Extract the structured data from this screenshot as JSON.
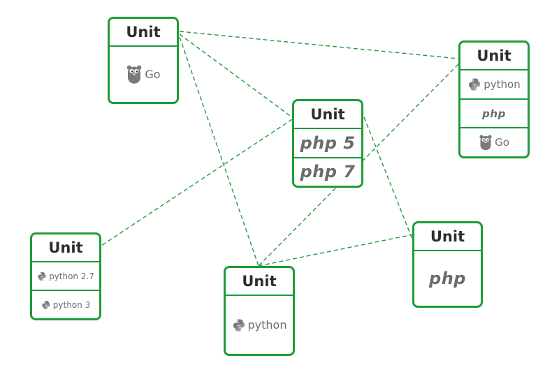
{
  "units": [
    {
      "id": "u1",
      "title": "Unit",
      "runtimes": [
        {
          "kind": "go",
          "label": "Go"
        }
      ]
    },
    {
      "id": "u2",
      "title": "Unit",
      "runtimes": [
        {
          "kind": "python",
          "label": "python"
        },
        {
          "kind": "php",
          "label": "php"
        },
        {
          "kind": "go",
          "label": "Go"
        }
      ]
    },
    {
      "id": "u3",
      "title": "Unit",
      "runtimes": [
        {
          "kind": "php",
          "label": "php 5"
        },
        {
          "kind": "php",
          "label": "php 7"
        }
      ]
    },
    {
      "id": "u4",
      "title": "Unit",
      "runtimes": [
        {
          "kind": "python",
          "label": "python 2.7"
        },
        {
          "kind": "python",
          "label": "python 3"
        }
      ]
    },
    {
      "id": "u5",
      "title": "Unit",
      "runtimes": [
        {
          "kind": "python",
          "label": "python"
        }
      ]
    },
    {
      "id": "u6",
      "title": "Unit",
      "runtimes": [
        {
          "kind": "php",
          "label": "php"
        }
      ]
    }
  ],
  "connections": [
    [
      "u1",
      "u2"
    ],
    [
      "u1",
      "u3"
    ],
    [
      "u1",
      "u5"
    ],
    [
      "u3",
      "u4"
    ],
    [
      "u3",
      "u6"
    ],
    [
      "u2",
      "u5"
    ],
    [
      "u5",
      "u6"
    ]
  ],
  "colors": {
    "border": "#1e9b3a",
    "link": "#1e9b3a",
    "logo": "#7a7a7a"
  }
}
